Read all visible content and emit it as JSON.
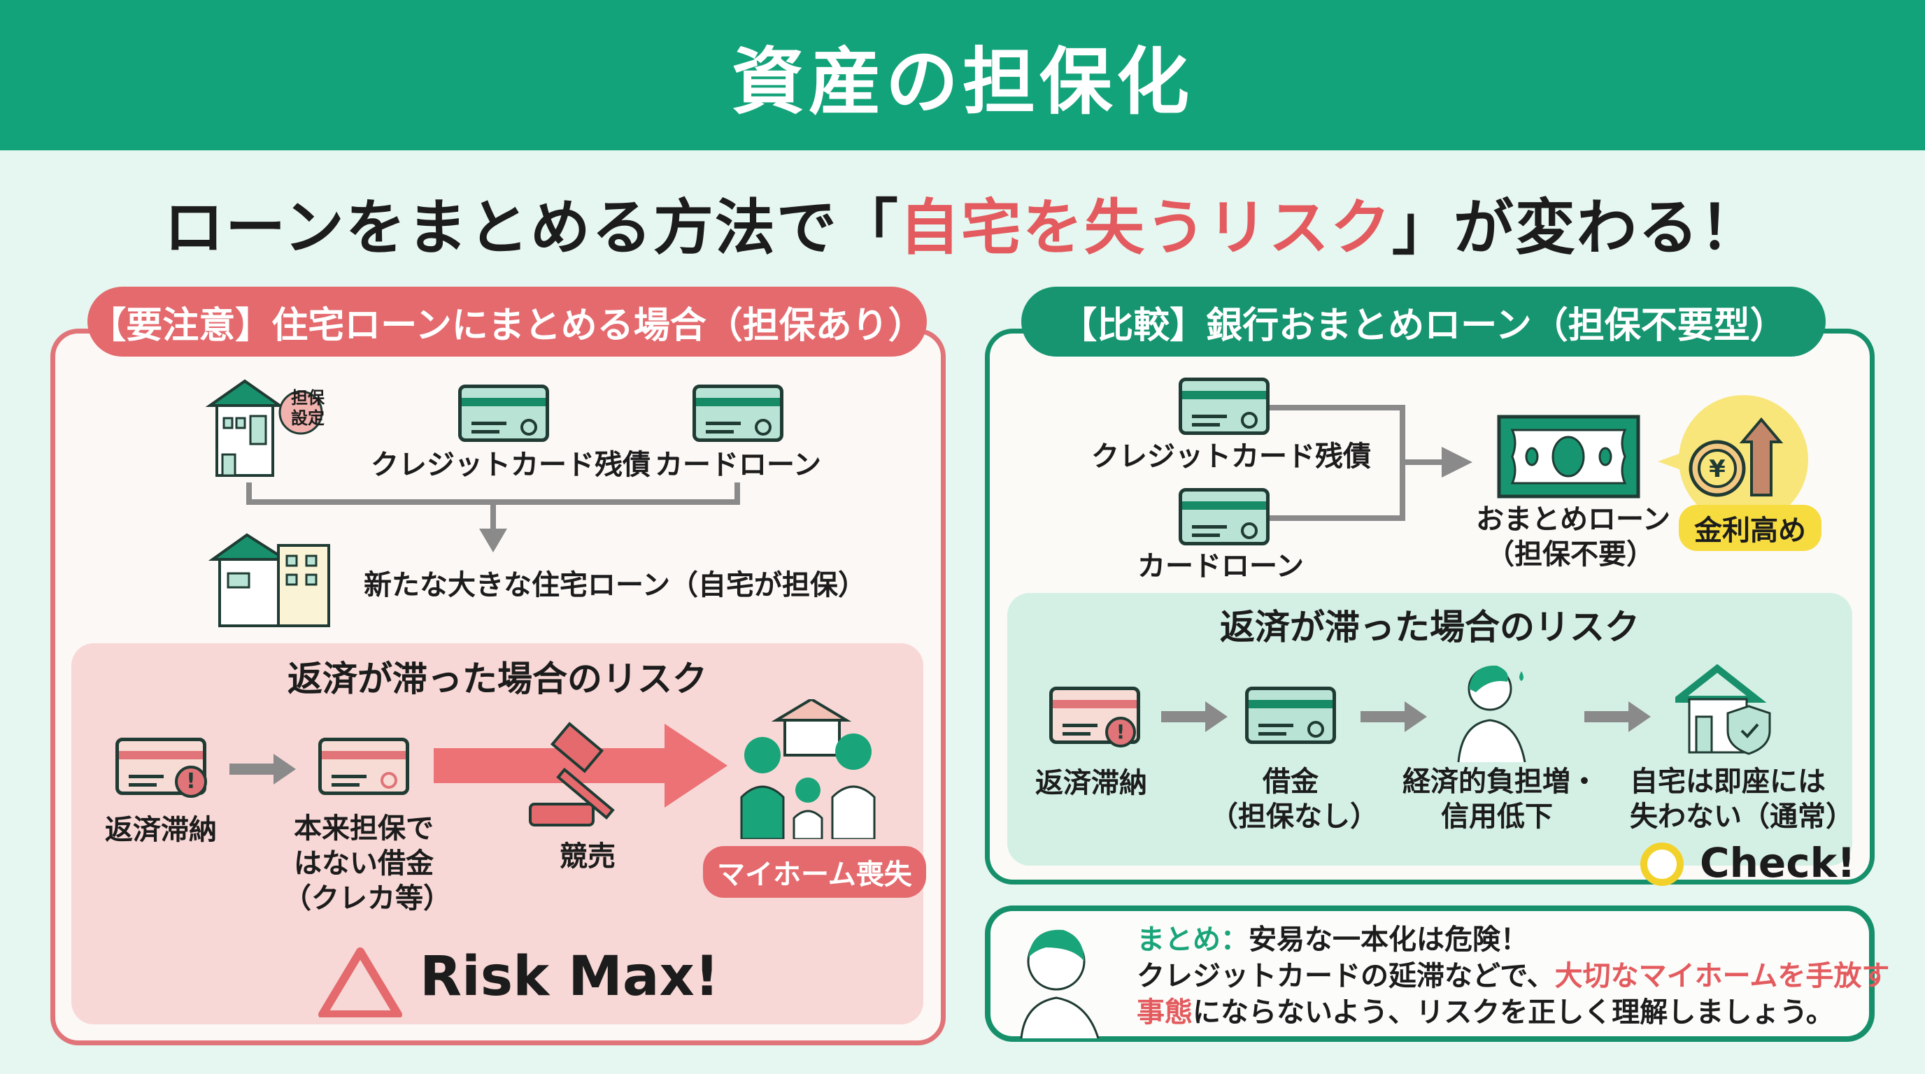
{
  "header": {
    "title": "資産の担保化"
  },
  "subtitle": {
    "prefix": "ローンをまとめる方法で「",
    "highlight": "自宅を失うリスク",
    "suffix": "」が変わる！"
  },
  "colors": {
    "brand_green": "#13a37a",
    "warn_red": "#e46a6e",
    "highlight_yellow": "#f8e67a"
  },
  "left_panel": {
    "title": "【要注意】住宅ローンにまとめる場合（担保あり）",
    "house_badge": "担保設定",
    "items": [
      "クレジットカード残債",
      "カードローン"
    ],
    "result": "新たな大きな住宅ローン（自宅が担保）",
    "risk": {
      "title": "返済が滞った場合のリスク",
      "steps": [
        "返済滞納",
        "本来担保ではない借金（クレカ等）",
        "競売"
      ],
      "step2_lines": [
        "本来担保で",
        "はない借金",
        "（クレカ等）"
      ],
      "outcome": "マイホーム喪失",
      "rating": "Risk Max!"
    }
  },
  "right_panel": {
    "title": "【比較】銀行おまとめローン（担保不要型）",
    "items": [
      "クレジットカード残債",
      "カードローン"
    ],
    "result_lines": [
      "おまとめローン",
      "（担保不要）"
    ],
    "note": "金利高め",
    "risk": {
      "title": "返済が滞った場合のリスク",
      "steps": [
        {
          "lines": [
            "返済滞納"
          ]
        },
        {
          "lines": [
            "借金",
            "（担保なし）"
          ]
        },
        {
          "lines": [
            "経済的負担増・",
            "信用低下"
          ]
        },
        {
          "lines": [
            "自宅は即座には",
            "失わない（通常）"
          ]
        }
      ],
      "rating": "Check!"
    }
  },
  "summary": {
    "label": "まとめ：",
    "line1": "安易な一本化は危険！",
    "line2_plain": "クレジットカードの延滞などで、",
    "line2_hl": "大切なマイホームを手放す",
    "line3_hl": "事態",
    "line3_plain": "にならないよう、リスクを正しく理解しましょう。"
  }
}
